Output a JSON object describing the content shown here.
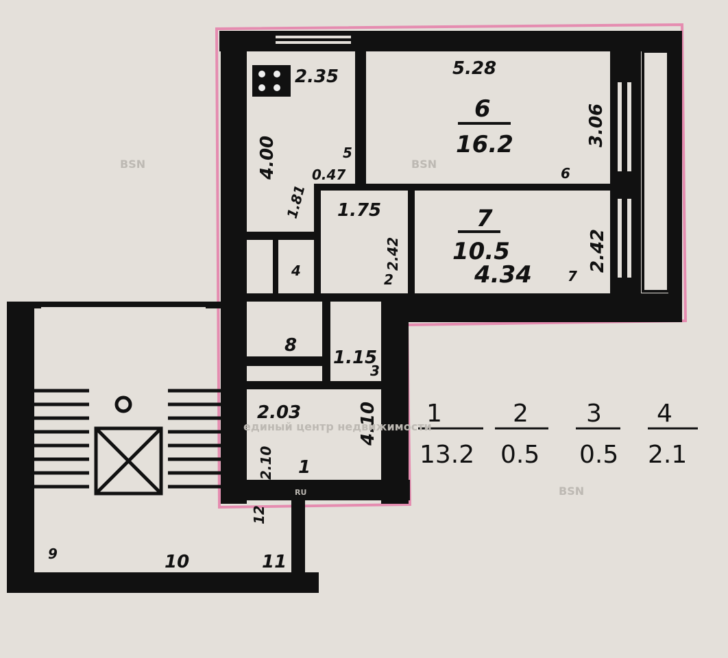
{
  "plan": {
    "rooms": [
      {
        "id": "6",
        "number": "6",
        "area": "16.2",
        "width": "5.28",
        "depth": "3.06",
        "door_mark": "6"
      },
      {
        "id": "7",
        "number": "7",
        "area": "10.5",
        "width": "4.34",
        "depth": "2.42",
        "door_mark": "7"
      },
      {
        "id": "5",
        "number": "5",
        "width": "2.35",
        "depth": "4.00",
        "extra": "0.47"
      },
      {
        "id": "4",
        "number": "4",
        "dim": "1.81"
      },
      {
        "id": "2",
        "number": "2",
        "width": "1.75",
        "depth": "2.42"
      },
      {
        "id": "3",
        "number": "3"
      },
      {
        "id": "8",
        "number": "8",
        "width": "1.15"
      },
      {
        "id": "1",
        "number": "1",
        "width": "2.03",
        "depth": "4.10",
        "extra": "2.10"
      }
    ],
    "stair_marks": [
      "12",
      "10",
      "11",
      "9"
    ]
  },
  "legend": [
    {
      "room": "1",
      "area": "13.2"
    },
    {
      "room": "2",
      "area": "0.5"
    },
    {
      "room": "3",
      "area": "0.5"
    },
    {
      "room": "4",
      "area": "2.1"
    }
  ],
  "watermark": {
    "brand": "BSN",
    "tagline": "единый центр недвижимости",
    "site": "RU"
  },
  "colors": {
    "background": "#e4e0da",
    "walls": "#111111",
    "outline": "#e58cb0"
  }
}
